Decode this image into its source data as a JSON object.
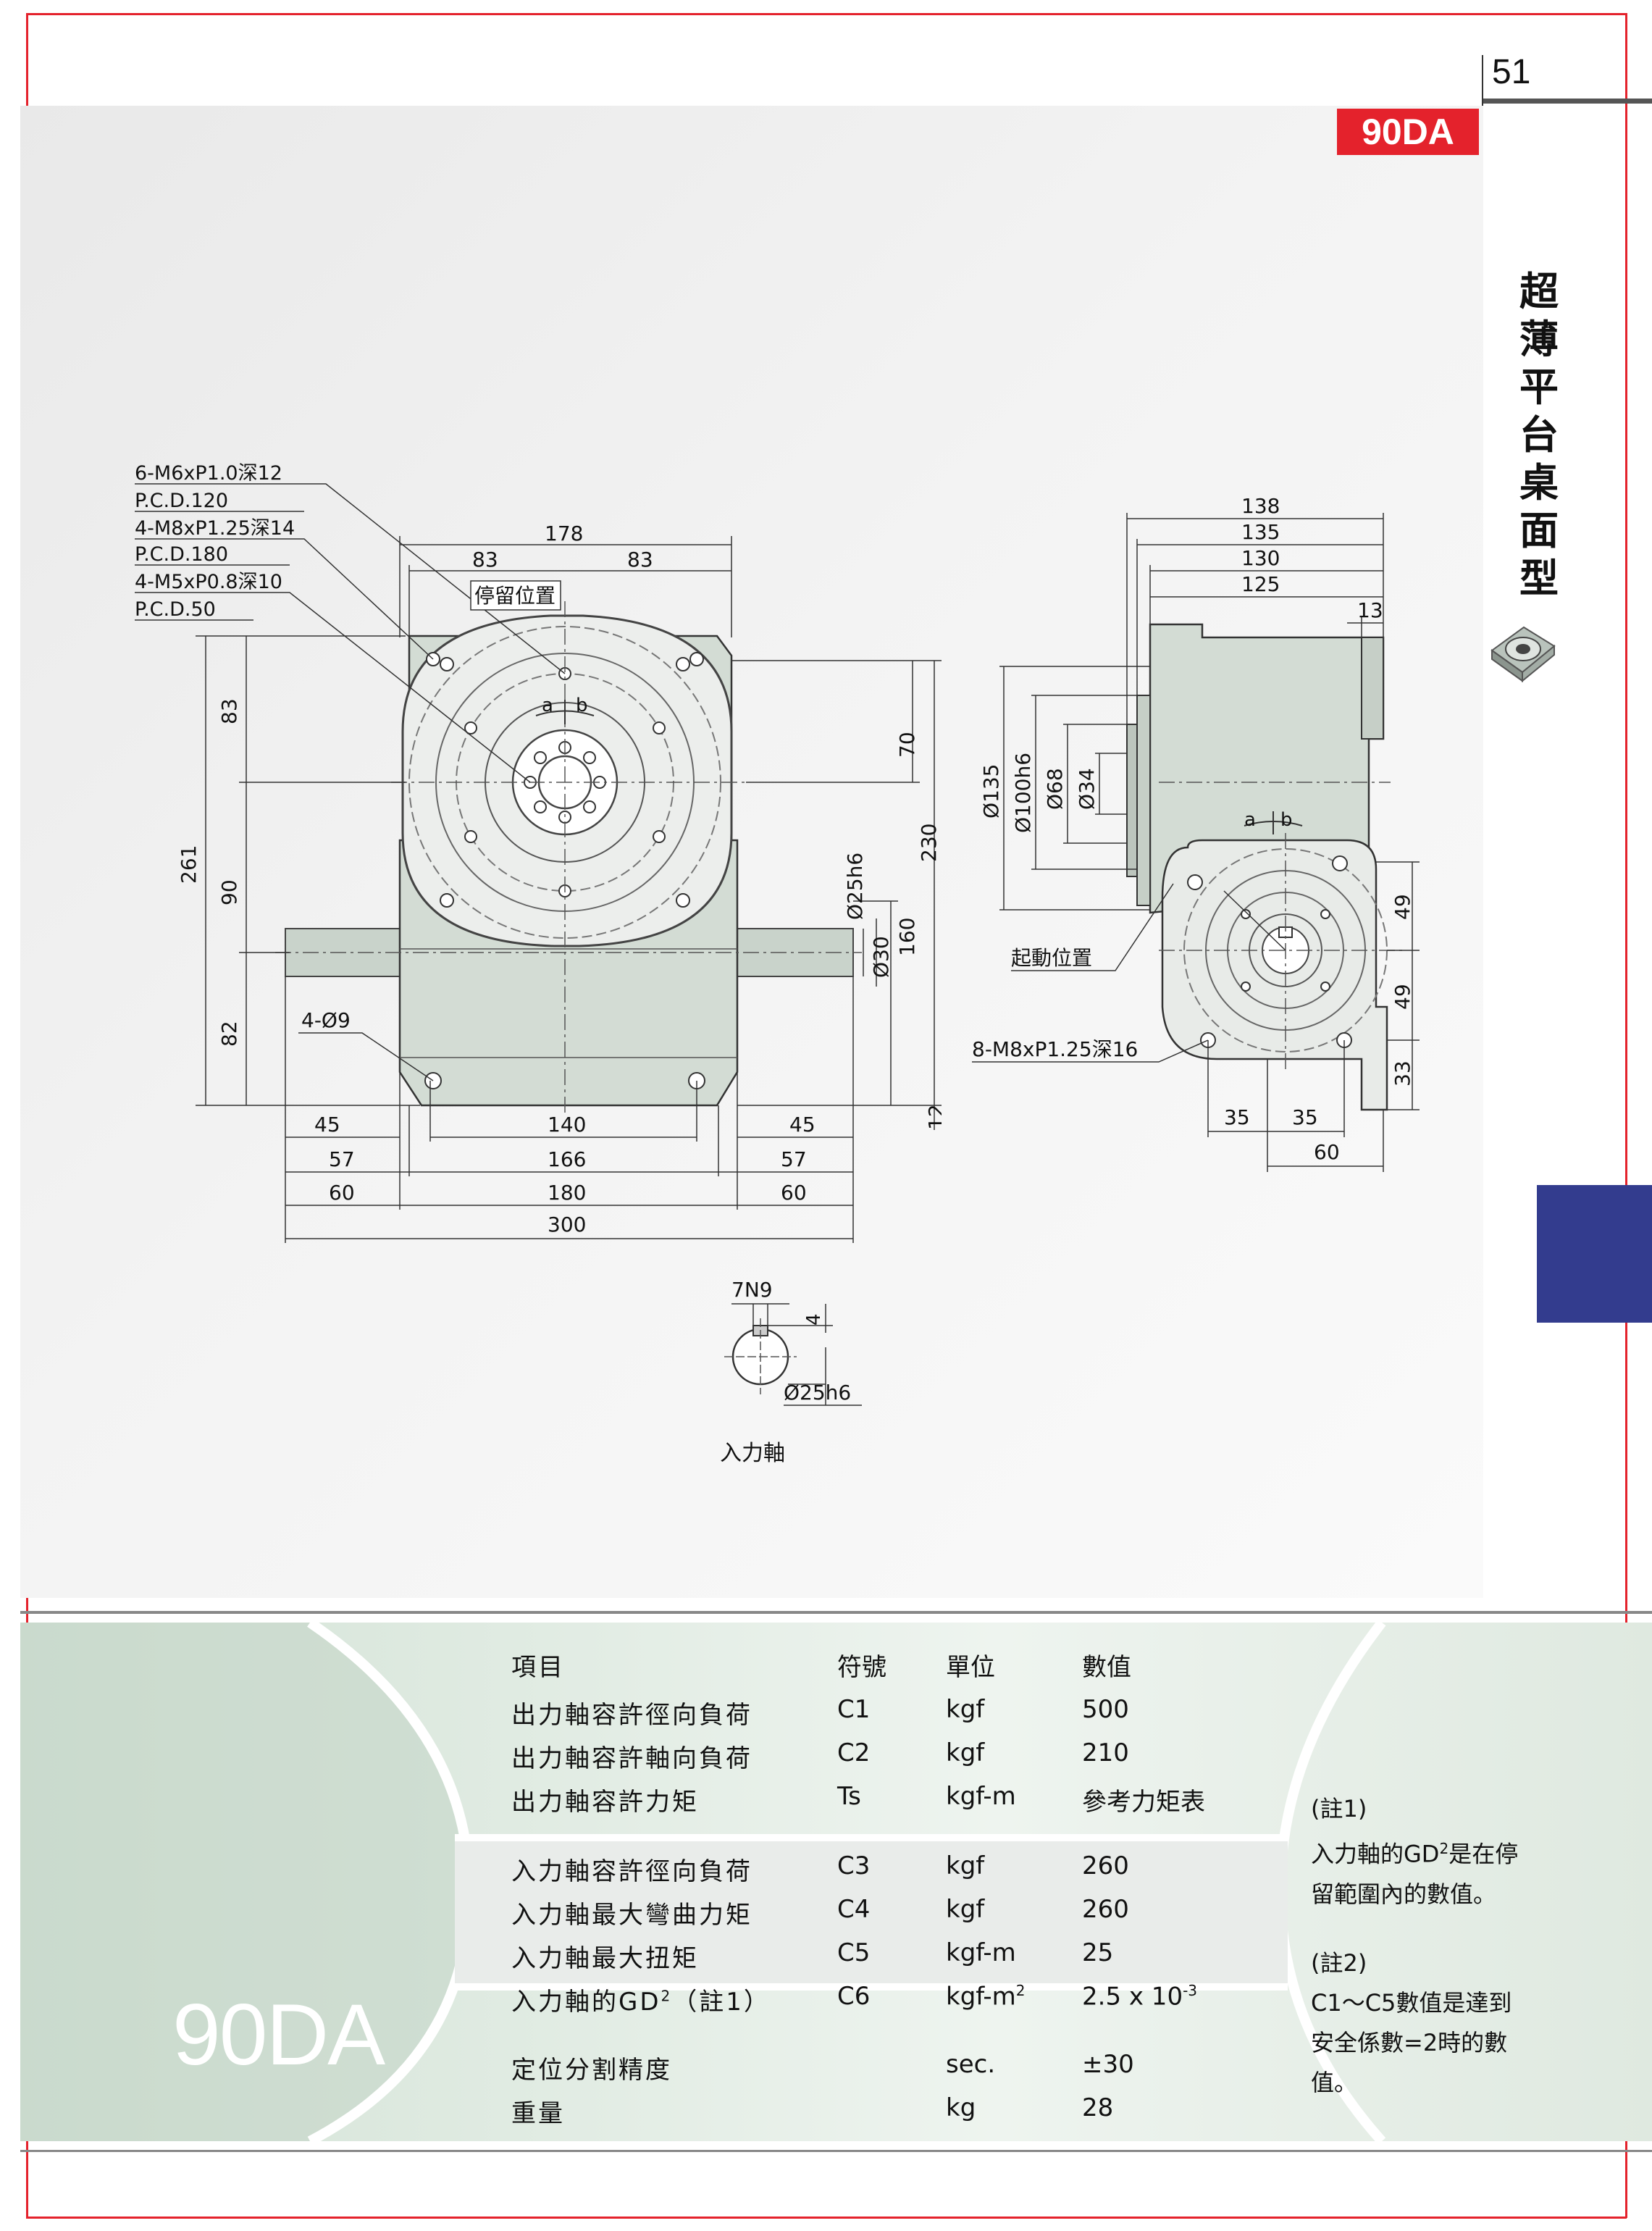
{
  "page": {
    "number": "51",
    "model": "90DA",
    "vertical_title": [
      "超",
      "薄",
      "平",
      "台",
      "桌",
      "面",
      "型"
    ],
    "accent_color": "#e4222c",
    "tab_color": "#333c8e"
  },
  "drawing": {
    "callouts": [
      "6-M6xP1.0深12",
      "P.C.D.120",
      "4-M8xP1.25深14",
      "P.C.D.180",
      "4-M5xP0.8深10",
      "P.C.D.50"
    ],
    "dwell_label": "停留位置",
    "start_label": "起動位置",
    "hole_label": "4-Ø9",
    "side_tap_label": "8-M8xP1.25深16",
    "shaft_label": "入力軸",
    "front_dims": {
      "top": [
        "178",
        "83",
        "83"
      ],
      "left": [
        "261",
        "83",
        "90",
        "82"
      ],
      "right": [
        "70",
        "230",
        "160",
        "Ø25h6",
        "Ø30",
        "12"
      ],
      "bottom": [
        "45",
        "140",
        "45",
        "57",
        "166",
        "57",
        "60",
        "180",
        "60",
        "300"
      ],
      "ab": [
        "a",
        "b"
      ]
    },
    "side_dims": {
      "top": [
        "138",
        "135",
        "130",
        "125",
        "13"
      ],
      "left": [
        "Ø135",
        "Ø100h6",
        "Ø68",
        "Ø34"
      ],
      "right": [
        "49",
        "49",
        "33"
      ],
      "bottom": [
        "35",
        "35",
        "60"
      ],
      "ab": [
        "a",
        "b"
      ]
    },
    "shaft_dims": [
      "7N9",
      "4",
      "Ø25h6"
    ]
  },
  "specs": {
    "headers": [
      "項目",
      "符號",
      "單位",
      "數值"
    ],
    "group1": [
      {
        "item": "出力軸容許徑向負荷",
        "symbol": "C1",
        "unit": "kgf",
        "value": "500"
      },
      {
        "item": "出力軸容許軸向負荷",
        "symbol": "C2",
        "unit": "kgf",
        "value": "210"
      },
      {
        "item": "出力軸容許力矩",
        "symbol": "Ts",
        "unit": "kgf-m",
        "value": "參考力矩表"
      }
    ],
    "group2": [
      {
        "item": "入力軸容許徑向負荷",
        "symbol": "C3",
        "unit": "kgf",
        "value": "260"
      },
      {
        "item": "入力軸最大彎曲力矩",
        "symbol": "C4",
        "unit": "kgf",
        "value": "260"
      },
      {
        "item": "入力軸最大扭矩",
        "symbol": "C5",
        "unit": "kgf-m",
        "value": "25"
      },
      {
        "item_prefix": "入力軸的GD",
        "item_sup": "2",
        "item_suffix": "（註1）",
        "symbol": "C6",
        "unit_prefix": "kgf-m",
        "unit_sup": "2",
        "value_prefix": "2.5 x 10",
        "value_sup": "-3"
      }
    ],
    "group3": [
      {
        "item": "定位分割精度",
        "symbol": "",
        "unit": "sec.",
        "value": "±30"
      },
      {
        "item": "重量",
        "symbol": "",
        "unit": "kg",
        "value": "28"
      }
    ]
  },
  "notes": {
    "n1_title": "(註1)",
    "n1_line1_prefix": "入力軸的GD",
    "n1_line1_sup": "2",
    "n1_line1_suffix": "是在停",
    "n1_line2": "留範圍內的數值。",
    "n2_title": "(註2)",
    "n2_line1": "C1～C5數值是達到",
    "n2_line2": "安全係數=2時的數",
    "n2_line3": "值。"
  }
}
